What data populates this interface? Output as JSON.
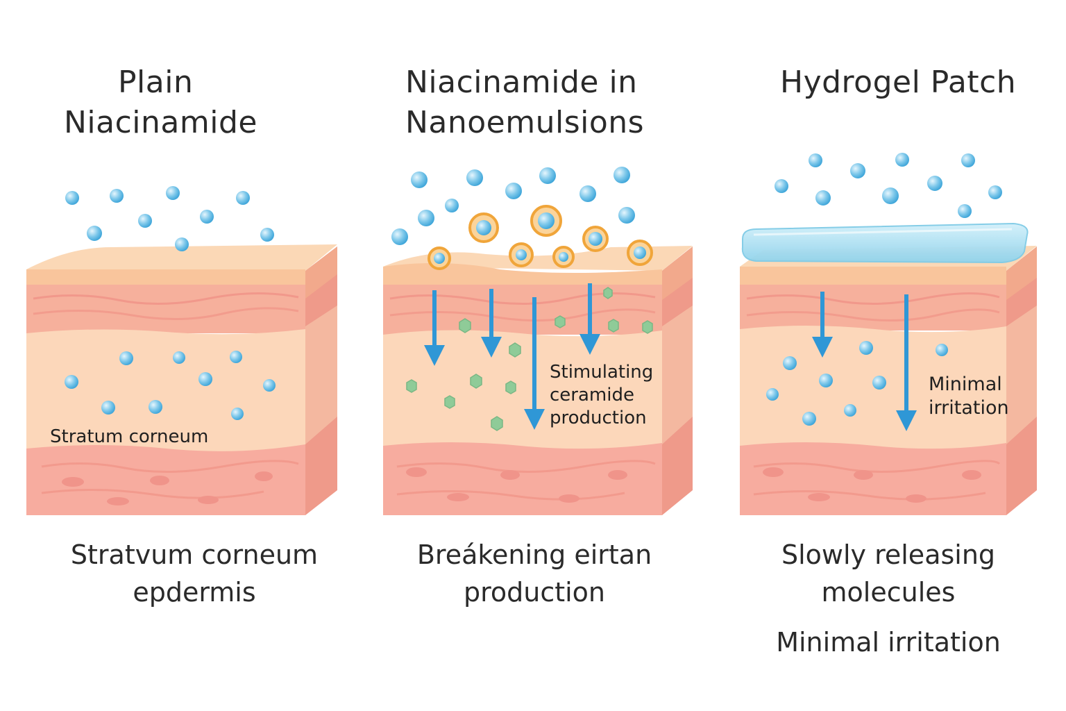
{
  "panels": [
    {
      "title_lines": [
        "Plain",
        "Niacinamide"
      ],
      "inner_label": "Stratum corneum",
      "caption_lines": [
        "Stratvum corneum",
        "epdermis"
      ]
    },
    {
      "title_lines": [
        "Niacinamide in",
        "Nanoemulsions"
      ],
      "inner_label_lines": [
        "Stimulating",
        "ceramide",
        "production"
      ],
      "caption_lines": [
        "Breákening eirtan",
        "production"
      ]
    },
    {
      "title_lines": [
        "Hydrogel Patch"
      ],
      "inner_label_lines": [
        "Minimal",
        "irritation"
      ],
      "caption_lines": [
        "Slowly releasing",
        "molecules"
      ],
      "caption_extra": "Minimal irritation"
    }
  ],
  "colors": {
    "molecule": "#7cc7ea",
    "molecule_edge": "#3aa3d8",
    "nanoshell": "#f0a53a",
    "arrow": "#2f97d6",
    "ceramide": "#8fcb98",
    "hydrogel": "#a9dff0",
    "skin_top": "#fbd3b0",
    "skin_band": "#f6b09c",
    "skin_mid": "#fcd7ba",
    "skin_bottom": "#f7ac9f",
    "skin_side": "#ef9a8a"
  }
}
